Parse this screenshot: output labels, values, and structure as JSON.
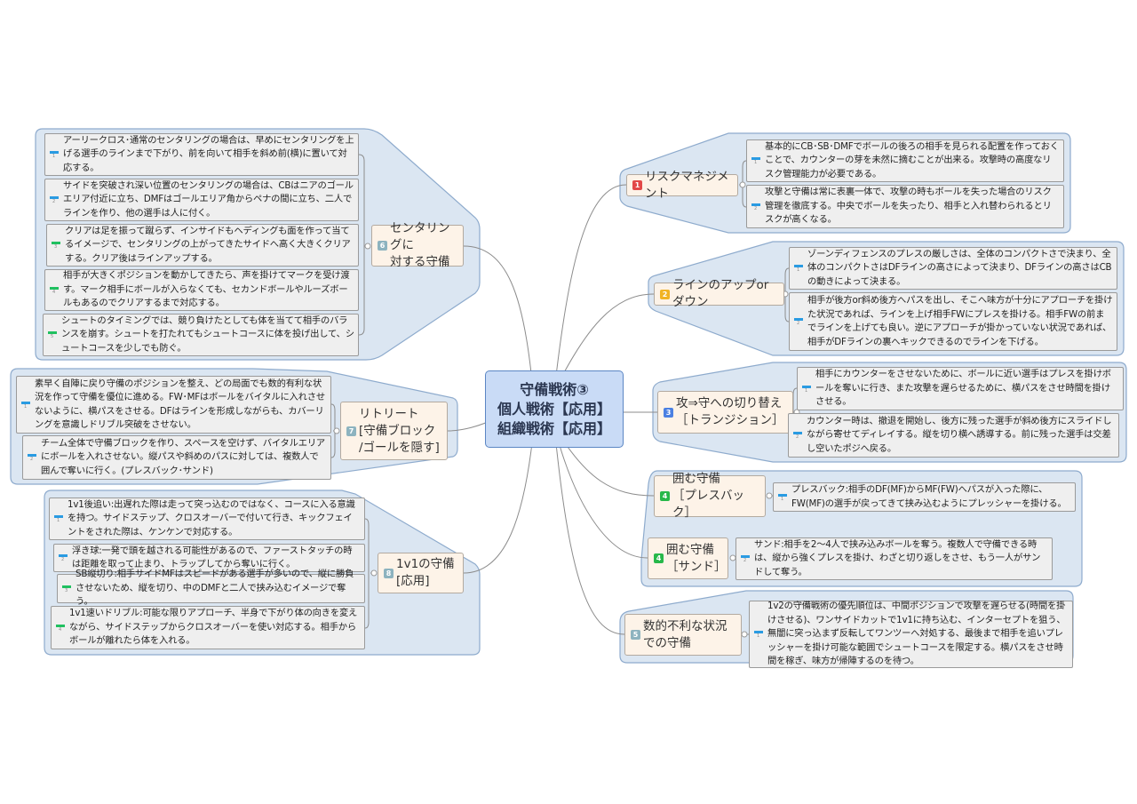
{
  "center": {
    "line1": "守備戦術③",
    "line2": "個人戦術【応用】",
    "line3": "組織戦術【応用】"
  },
  "branches": [
    {
      "num": "1",
      "label": "リスクマネジメント",
      "notes": [
        {
          "num": "1",
          "text": "基本的にCB･SB･DMFでボールの後ろの相手を見られる配置を作っておくことで、カウンターの芽を未然に摘むことが出来る。攻撃時の高度なリスク管理能力が必要である。"
        },
        {
          "num": "2",
          "text": "攻撃と守備は常に表裏一体で、攻撃の時もボールを失った場合のリスク管理を徹底する。中央でボールを失ったり、相手と入れ替わられるとリスクが高くなる。"
        }
      ]
    },
    {
      "num": "2",
      "label": "ラインのアップorダウン",
      "notes": [
        {
          "num": "1",
          "text": "ゾーンディフェンスのプレスの厳しさは、全体のコンパクトさで決まり、全体のコンパクトさはDFラインの高さによって決まり、DFラインの高さはCBの動きによって決まる。"
        },
        {
          "num": "2",
          "text": "相手が後方or斜め後方へパスを出し、そこへ味方が十分にアプローチを掛けた状況であれば、ラインを上げ相手FWにプレスを掛ける。相手FWの前までラインを上げても良い。逆にアプローチが掛かっていない状況であれば、相手がDFラインの裏へキックできるのでラインを下げる。"
        }
      ]
    },
    {
      "num": "3",
      "label": "攻⇒守への切り替え\n［トランジション］",
      "notes": [
        {
          "num": "1",
          "text": "相手にカウンターをさせないために、ボールに近い選手はプレスを掛けボールを奪いに行き、また攻撃を遅らせるために、横パスをさせ時間を掛けさせる。"
        },
        {
          "num": "2",
          "text": "カウンター時は、撤退を開始し、後方に残った選手が斜め後方にスライドしながら寄せてディレイする。縦を切り横へ誘導する。前に残った選手は交差し空いたポジへ戻る。"
        }
      ]
    },
    {
      "num": "4",
      "label": "囲む守備\n［プレスバック］",
      "notes": [
        {
          "num": "1",
          "text": "プレスバック:相手のDF(MF)からMF(FW)へパスが入った際に、FW(MF)の選手が戻ってきて挟み込むようにプレッシャーを掛ける。"
        }
      ]
    },
    {
      "num": "4",
      "label": "囲む守備\n［サンド］",
      "notes": [
        {
          "num": "2",
          "text": "サンド:相手を2～4人で挟み込みボールを奪う。複数人で守備できる時は、縦から強くプレスを掛け、わざと切り返しをさせ、もう一人がサンドして奪う。"
        }
      ]
    },
    {
      "num": "5",
      "label": "数的不利な状況\nでの守備",
      "notes": [
        {
          "num": "1",
          "text": "1v2の守備戦術の優先順位は、中間ポジションで攻撃を遅らせる(時間を掛けさせる)、ワンサイドカットで1v1に持ち込む、インターセプトを狙う、無闇に突っ込まず反転してワンツーへ対処する、最後まで相手を追いプレッシャーを掛け可能な範囲でシュートコースを限定する。横パスをさせ時間を稼ぎ、味方が帰陣するのを待つ。"
        }
      ]
    },
    {
      "num": "6",
      "label": "センタリングに\n対する守備",
      "notes": [
        {
          "num": "1",
          "text": "アーリークロス･通常のセンタリングの場合は、早めにセンタリングを上げる選手のラインまで下がり、前を向いて相手を斜め前(横)に置いて対応する。"
        },
        {
          "num": "2",
          "text": "サイドを突破され深い位置のセンタリングの場合は、CBはニアのゴールエリア付近に立ち、DMFはゴールエリア角からペナの間に立ち、二人でラインを作り、他の選手は人に付く。"
        },
        {
          "num": "3",
          "text": "クリアは足を振って蹴らず、インサイドもヘディングも面を作って当てるイメージで、センタリングの上がってきたサイドへ高く大きくクリアする。クリア後はラインアップする。"
        },
        {
          "num": "4",
          "text": "相手が大きくポジションを動かしてきたら、声を掛けてマークを受け渡す。マーク相手にボールが入らなくても、セカンドボールやルーズボールもあるのでクリアするまで対応する。"
        },
        {
          "num": "5",
          "text": "シュートのタイミングでは、競り負けたとしても体を当てて相手のバランスを崩す。シュートを打たれてもシュートコースに体を投げ出して、シュートコースを少しでも防ぐ。"
        }
      ]
    },
    {
      "num": "7",
      "label": "リトリート\n[守備ブロック\n/ゴールを隠す]",
      "notes": [
        {
          "num": "1",
          "text": "素早く自陣に戻り守備のポジションを整え、どの局面でも数的有利な状況を作って守備を優位に進める。FW･MFはボールをバイタルに入れさせないように、横パスをさせる。DFはラインを形成しながらも、カバーリングを意識しドリブル突破をさせない。"
        },
        {
          "num": "2",
          "text": "チーム全体で守備ブロックを作り、スペースを空けず、バイタルエリアにボールを入れさせない。縦パスや斜めのパスに対しては、複数人で囲んで奪いに行く。(プレスバック･サンド)"
        }
      ]
    },
    {
      "num": "8",
      "label": "1v1の守備\n[応用]",
      "notes": [
        {
          "num": "1",
          "text": "1v1後追い:出遅れた際は走って突っ込むのではなく、コースに入る意識を持つ。サイドステップ、クロスオーバーで付いて行き、キックフェイントをされた際は、ケンケンで対応する。"
        },
        {
          "num": "2",
          "text": "浮き球:一発で頭を越される可能性があるので、ファーストタッチの時は距離を取って止まり、トラップしてから奪いに行く。"
        },
        {
          "num": "3",
          "text": "SB縦切り:相手サイドMFはスピードがある選手が多いので、縦に勝負させないため、縦を切り、中のDMFと二人で挟み込むイメージで奪う。"
        },
        {
          "num": "4",
          "text": "1v1速いドリブル:可能な限りアプローチ、半身で下がり体の向きを変えながら、サイドステップからクロスオーバーを使い対応する。相手からボールが離れたら体を入れる。"
        }
      ]
    }
  ]
}
